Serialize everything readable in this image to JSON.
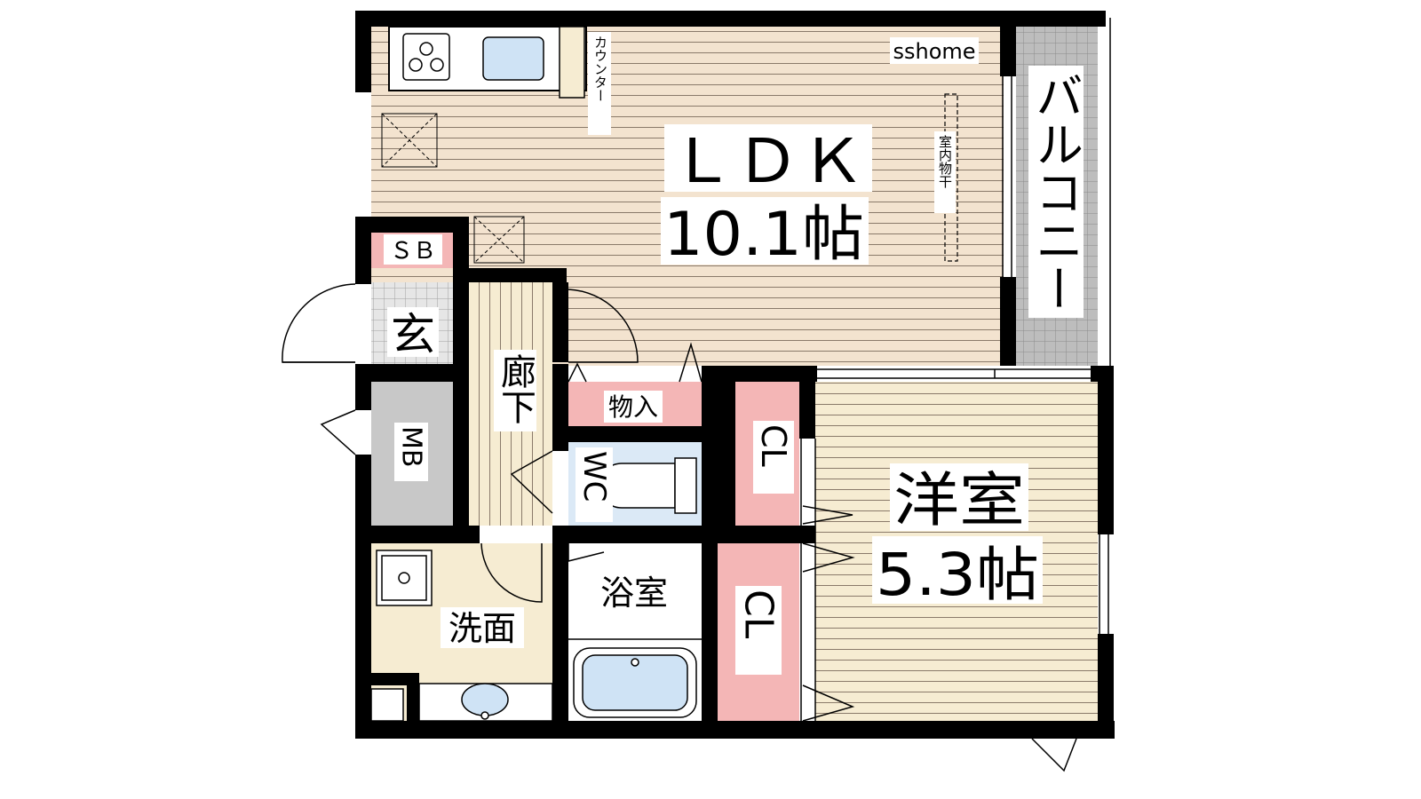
{
  "watermark": "sshome",
  "rooms": {
    "ldk": {
      "name": "ＬＤＫ",
      "size": "10.1帖"
    },
    "western": {
      "name": "洋室",
      "size": "5.3帖"
    },
    "balcony": {
      "name": "バルコニー"
    },
    "entrance": {
      "name": "玄"
    },
    "shoe_box": {
      "name": "ＳＢ"
    },
    "hallway": {
      "name": "廊下"
    },
    "meter_box": {
      "name": "MB"
    },
    "storage": {
      "name": "物入"
    },
    "toilet": {
      "name": "WC"
    },
    "bathroom": {
      "name": "浴室"
    },
    "washroom": {
      "name": "洗面"
    },
    "closet_upper": {
      "name": "CL"
    },
    "closet_lower": {
      "name": "CL"
    }
  },
  "fixtures": {
    "counter": "カウンター",
    "indoor_drying": "室内物干"
  },
  "colors": {
    "wall": "#000000",
    "ldk_floor": "#f3e3cf",
    "western_floor": "#f6ecd2",
    "closet": "#f4b6b6",
    "storage": "#f4b6b6",
    "meter_box": "#c8c8c8",
    "toilet_floor": "#dbe9f6",
    "bath_tub": "#cfe3f5",
    "washroom_floor": "#f6ecd2",
    "tile_grey": "#bdbdbd"
  }
}
